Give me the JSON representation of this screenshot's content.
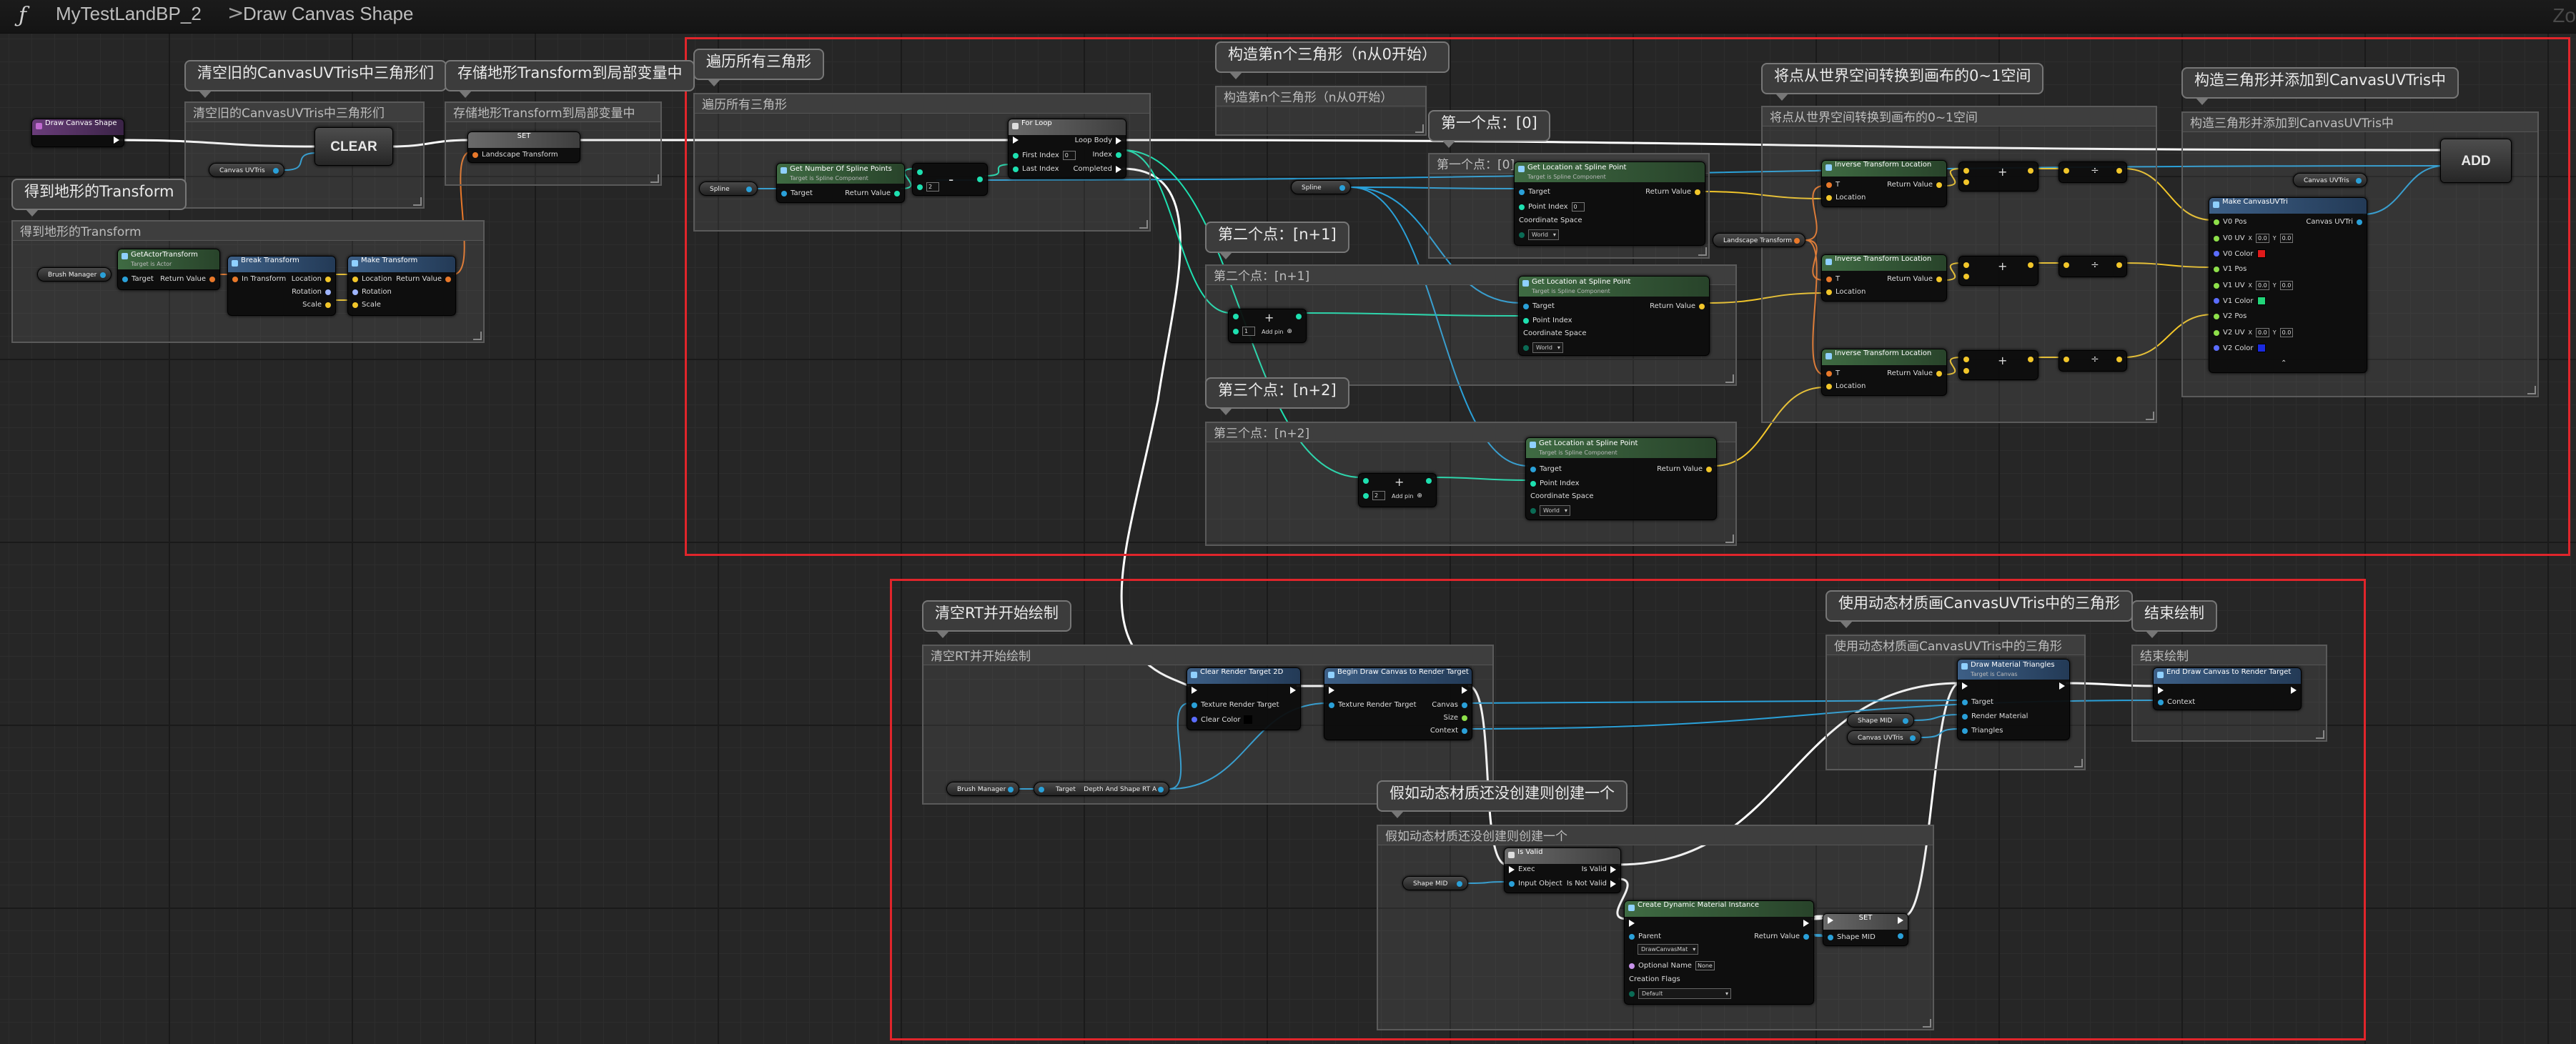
{
  "breadcrumb": {
    "icon": "function-icon",
    "blueprint": "MyTestLandBP_2",
    "separator": ">",
    "function": "Draw Canvas Shape"
  },
  "zoom_label": "Zo",
  "comments": {
    "clear_tris": {
      "bubble": "清空旧的CanvasUVTris中三角形们",
      "title": "清空旧的CanvasUVTris中三角形们"
    },
    "store_transform": {
      "bubble": "存储地形Transform到局部变量中",
      "title": "存储地形Transform到局部变量中"
    },
    "get_transform": {
      "bubble": "得到地形的Transform",
      "title": "得到地形的Transform"
    },
    "loop_tris": {
      "bubble": "遍历所有三角形",
      "title": "遍历所有三角形"
    },
    "build_nth": {
      "bubble": "构造第n个三角形（n从0开始）",
      "title": "构造第n个三角形（n从0开始）"
    },
    "first_point": {
      "bubble": "第一个点：[0]",
      "title": "第一个点：[0]"
    },
    "second_point": {
      "bubble": "第二个点：[n+1]",
      "title": "第二个点：[n+1]"
    },
    "third_point": {
      "bubble": "第三个点：[n+2]",
      "title": "第三个点：[n+2]"
    },
    "world_to_canvas": {
      "bubble": "将点从世界空间转换到画布的0~1空间",
      "title": "将点从世界空间转换到画布的0~1空间"
    },
    "add_tri": {
      "bubble": "构造三角形并添加到CanvasUVTris中",
      "title": "构造三角形并添加到CanvasUVTris中"
    },
    "clear_rt": {
      "bubble": "清空RT并开始绘制",
      "title": "清空RT并开始绘制"
    },
    "draw_tris": {
      "bubble": "使用动态材质画CanvasUVTris中的三角形",
      "title": "使用动态材质画CanvasUVTris中的三角形"
    },
    "end_draw": {
      "bubble": "结束绘制",
      "title": "结束绘制"
    },
    "create_mid": {
      "bubble": "假如动态材质还没创建则创建一个",
      "title": "假如动态材质还没创建则创建一个"
    }
  },
  "nodes": {
    "entry": {
      "title": "Draw Canvas Shape"
    },
    "clear": {
      "label": "CLEAR"
    },
    "add": {
      "label": "ADD"
    },
    "set_landscape": {
      "title": "SET",
      "pin": "Landscape Transform"
    },
    "get_actor_tf": {
      "title": "GetActorTransform",
      "subtitle": "Target is Actor",
      "target": "Target",
      "ret": "Return Value"
    },
    "break_tf": {
      "title": "Break Transform",
      "in": "In Transform",
      "loc": "Location",
      "rot": "Rotation",
      "scale": "Scale"
    },
    "make_tf": {
      "title": "Make Transform",
      "loc": "Location",
      "rot": "Rotation",
      "scale": "Scale",
      "ret": "Return Value"
    },
    "num_points": {
      "title": "Get Number Of Spline Points",
      "subtitle": "Target is Spline Component",
      "target": "Target",
      "ret": "Return Value"
    },
    "minus": {
      "op": "-",
      "val": "2"
    },
    "for_loop": {
      "title": "For Loop",
      "first": "First Index",
      "first_val": "0",
      "last": "Last Index",
      "body": "Loop Body",
      "index": "Index",
      "completed": "Completed"
    },
    "spline_var1": {
      "label": "Spline"
    },
    "spline_var2": {
      "label": "Spline"
    },
    "loc_p1": {
      "title": "Get Location at Spline Point",
      "subtitle": "Target is Spline Component",
      "target": "Target",
      "index": "Point Index",
      "index_val": "0",
      "space": "Coordinate Space",
      "space_val": "World",
      "ret": "Return Value"
    },
    "loc_p2": {
      "title": "Get Location at Spline Point",
      "subtitle": "Target is Spline Component",
      "target": "Target",
      "index": "Point Index",
      "space": "Coordinate Space",
      "space_val": "World",
      "ret": "Return Value"
    },
    "loc_p3": {
      "title": "Get Location at Spline Point",
      "subtitle": "Target is Spline Component",
      "target": "Target",
      "index": "Point Index",
      "space": "Coordinate Space",
      "space_val": "World",
      "ret": "Return Value"
    },
    "add_n1": {
      "val": "1",
      "addpin": "Add pin"
    },
    "add_n2": {
      "val": "2",
      "addpin": "Add pin"
    },
    "landscape_var": {
      "label": "Landscape Transform"
    },
    "inv_tf": {
      "title": "Inverse Transform Location",
      "t": "T",
      "loc": "Location",
      "ret": "Return Value"
    },
    "make_canvas": {
      "title": "Make CanvasUVTri",
      "v0pos": "V0 Pos",
      "v0uv": "V0 UV",
      "v0color": "V0 Color",
      "v1pos": "V1 Pos",
      "v1uv": "V1 UV",
      "v1color": "V1 Color",
      "v2pos": "V2 Pos",
      "v2uv": "V2 UV",
      "v2color": "V2 Color",
      "out": "Canvas UVTri",
      "uv_x": "0.0",
      "uv_y": "0.0",
      "v0_color_hex": "#e01a1a",
      "v1_color_hex": "#22d67a",
      "v2_color_hex": "#1a2ae0"
    },
    "canvas_var1": {
      "label": "Canvas UVTris"
    },
    "canvas_var2": {
      "label": "Canvas UVTris"
    },
    "canvas_var3": {
      "label": "Canvas UVTris"
    },
    "brush_var1": {
      "label": "Brush Manager"
    },
    "brush_var2": {
      "label": "Brush Manager"
    },
    "depth_target": {
      "target": "Target",
      "label": "Depth And Shape RT A"
    },
    "clear_rt": {
      "title": "Clear Render Target 2D",
      "trt": "Texture Render Target",
      "color": "Clear Color"
    },
    "begin_draw": {
      "title": "Begin Draw Canvas to Render Target",
      "trt": "Texture Render Target",
      "canvas": "Canvas",
      "size": "Size",
      "context": "Context"
    },
    "draw_mat": {
      "title": "Draw Material Triangles",
      "subtitle": "Target is Canvas",
      "target": "Target",
      "mat": "Render Material",
      "tris": "Triangles"
    },
    "end_draw": {
      "title": "End Draw Canvas to Render Target",
      "context": "Context"
    },
    "shape_var1": {
      "label": "Shape MID"
    },
    "shape_var2": {
      "label": "Shape MID"
    },
    "is_valid": {
      "title": "Is Valid",
      "exec": "Exec",
      "input": "Input Object",
      "valid": "Is Valid",
      "not_valid": "Is Not Valid"
    },
    "create_dmi": {
      "title": "Create Dynamic Material Instance",
      "parent": "Parent",
      "parent_val": "DrawCanvasMat",
      "opt_name": "Optional Name",
      "opt_val": "None",
      "flags": "Creation Flags",
      "flags_val": "Default",
      "ret": "Return Value"
    },
    "set_mid": {
      "title": "SET",
      "pin": "Shape MID"
    }
  }
}
